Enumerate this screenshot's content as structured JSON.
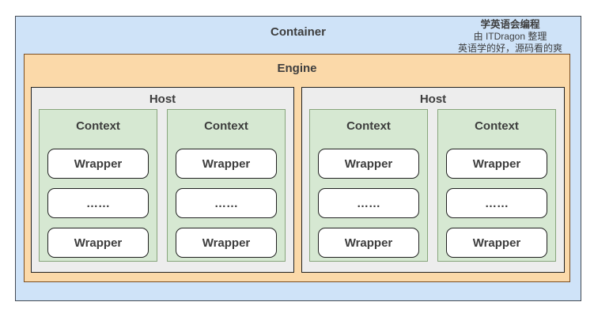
{
  "diagram": {
    "container": {
      "label": "Container",
      "fill": "#cfe3f8",
      "border": "#434a54"
    },
    "watermark": {
      "line1": "学英语会编程",
      "line2": "由 ITDragon 整理",
      "line3": "英语学的好，源码看的爽"
    },
    "engine": {
      "label": "Engine",
      "fill": "#fbd9a9",
      "border": "#7a4e22"
    },
    "hosts": [
      {
        "label": "Host",
        "contexts": [
          {
            "label": "Context",
            "cells": [
              "Wrapper",
              "……",
              "Wrapper"
            ]
          },
          {
            "label": "Context",
            "cells": [
              "Wrapper",
              "……",
              "Wrapper"
            ]
          }
        ]
      },
      {
        "label": "Host",
        "contexts": [
          {
            "label": "Context",
            "cells": [
              "Wrapper",
              "……",
              "Wrapper"
            ]
          },
          {
            "label": "Context",
            "cells": [
              "Wrapper",
              "……",
              "Wrapper"
            ]
          }
        ]
      }
    ],
    "colors": {
      "host_fill": "#ededed",
      "host_border": "#202020",
      "context_fill": "#d6e8d2",
      "context_border": "#87a57b",
      "wrapper_fill": "#ffffff",
      "wrapper_border": "#202020",
      "text": "#3d3d3d"
    }
  }
}
